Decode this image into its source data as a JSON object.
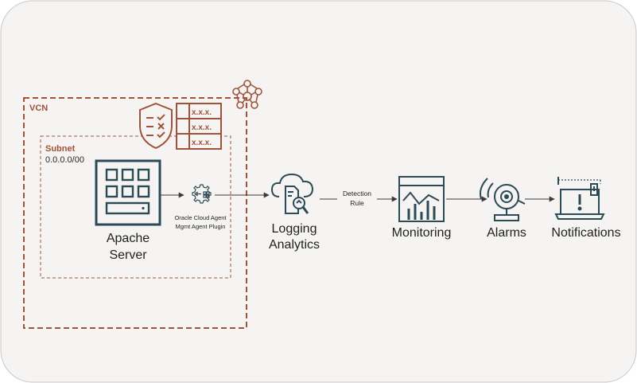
{
  "regions": {
    "vcn_label": "VCN",
    "subnet_label": "Subnet",
    "subnet_cidr": "0.0.0.0/00"
  },
  "security_list": {
    "rows": [
      "x.x.x.",
      "x.x.x.",
      "x.x.x."
    ]
  },
  "nodes": {
    "apache_server": {
      "line1": "Apache",
      "line2": "Server",
      "icon": "server-icon"
    },
    "agent": {
      "line1": "Oracle Cloud Agent",
      "line2": "Mgmt Agent Plugin",
      "icon": "agent-gear-icon"
    },
    "logging_analytics": {
      "line1": "Logging",
      "line2": "Analytics",
      "icon": "logging-analytics-icon"
    },
    "monitoring": {
      "label": "Monitoring",
      "icon": "monitoring-chart-icon"
    },
    "alarms": {
      "label": "Alarms",
      "icon": "alarm-bell-icon"
    },
    "notifications": {
      "label": "Notifications",
      "icon": "laptop-alert-icon"
    }
  },
  "edges": {
    "detection_rule": {
      "line1": "Detection",
      "line2": "Rule"
    }
  },
  "colors": {
    "dark_teal": "#2c4a55",
    "oracle_orange": "#a0533a",
    "frame_border": "#c8c8c8",
    "frame_fill": "#f5f4f2"
  }
}
